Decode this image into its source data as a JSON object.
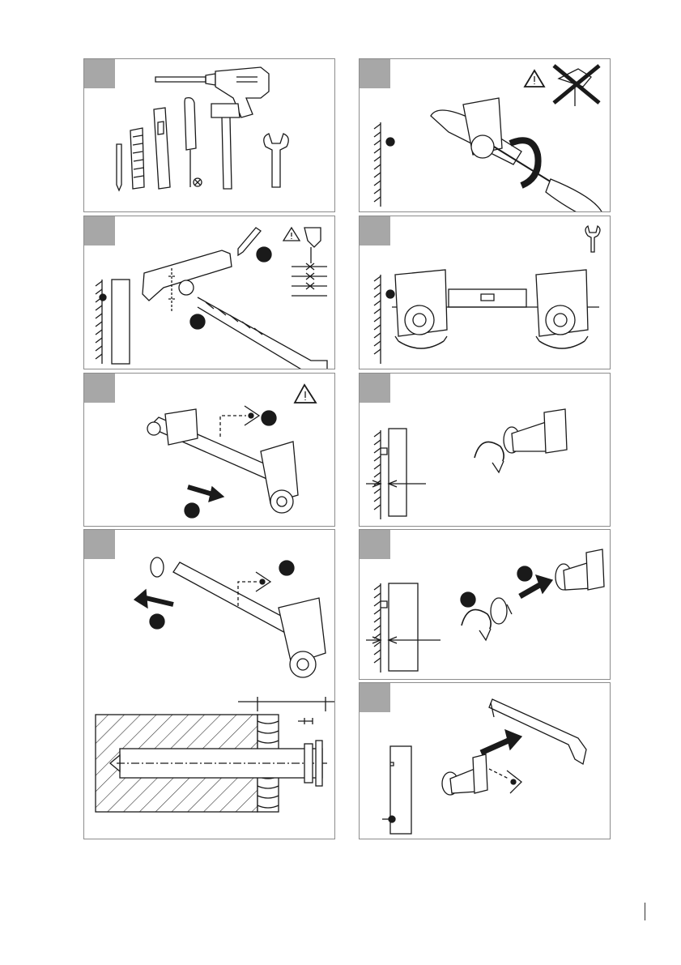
{
  "panels": [
    {
      "id": "p1",
      "step": ""
    },
    {
      "id": "p2",
      "step": ""
    },
    {
      "id": "p3",
      "step": ""
    },
    {
      "id": "p4",
      "step": ""
    },
    {
      "id": "p5",
      "step": ""
    },
    {
      "id": "p6",
      "step": ""
    },
    {
      "id": "p7",
      "step": ""
    },
    {
      "id": "p8",
      "step": ""
    },
    {
      "id": "p9",
      "step": ""
    }
  ],
  "icons": [
    "drill-icon",
    "pencil-icon",
    "folding-ruler-icon",
    "spirit-level-icon",
    "screwdriver-icon",
    "hammer-icon",
    "wrench-icon",
    "warning-icon",
    "eye-icon",
    "arrow-icon",
    "bracket-icon",
    "wall-plug-icon"
  ],
  "colors": {
    "border": "#8c8c8c",
    "tab": "#a7a7a7",
    "ink": "#1a1a1a",
    "hatch": "#333333"
  },
  "footer": {
    "page_number": ""
  }
}
